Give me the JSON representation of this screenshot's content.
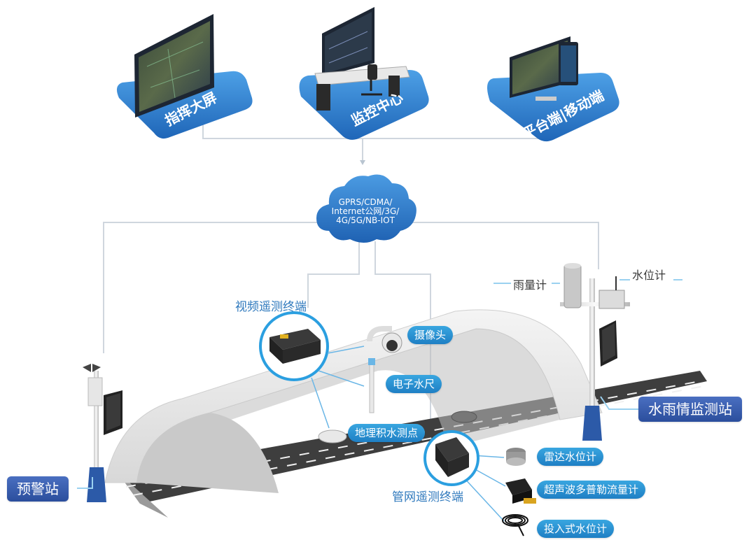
{
  "top_nodes": {
    "command_screen": "指挥大屏",
    "monitor_center": "监控中心",
    "platform_mobile": "平台端|移动端"
  },
  "network": {
    "line1": "GPRS/CDMA/",
    "line2": "Internet公网/3G/",
    "line3": "4G/5G/NB-IOT"
  },
  "labels": {
    "video_terminal": "视频遥测终端",
    "camera": "摄像头",
    "water_gauge": "电子水尺",
    "ponding_point": "地理积水测点",
    "pipe_terminal": "管网遥测终端",
    "radar_level": "雷达水位计",
    "ultrasonic_doppler": "超声波多普勒流量计",
    "submersible_level": "投入式水位计",
    "rain_gauge": "雨量计",
    "water_level": "水位计",
    "hydro_station": "水雨情监测站",
    "warning_station": "预警站"
  },
  "colors": {
    "tile_blue": "#2f7fd0",
    "tag_blue": "#2b8ad2",
    "station_blue": "#2b4e9d",
    "cloud": "#2f7fcf"
  }
}
